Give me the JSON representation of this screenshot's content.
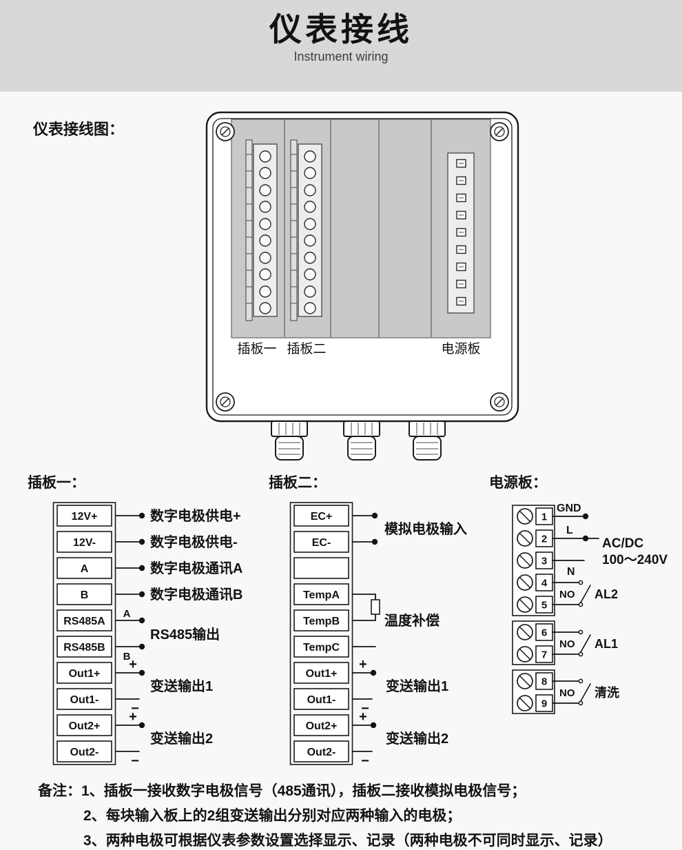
{
  "header": {
    "title": "仪表接线",
    "subtitle": "Instrument wiring"
  },
  "caption": "仪表接线图：",
  "device": {
    "slot1_label": "插板一",
    "slot2_label": "插板二",
    "power_label": "电源板"
  },
  "signs": {
    "plus": "+",
    "minus": "−"
  },
  "board1": {
    "title": "插板一：",
    "terminals": [
      "12V+",
      "12V-",
      "A",
      "B",
      "RS485A",
      "RS485B",
      "Out1+",
      "Out1-",
      "Out2+",
      "Out2-"
    ],
    "wire_labels": [
      "数字电极供电+",
      "数字电极供电-",
      "数字电极通讯A",
      "数字电极通讯B"
    ],
    "rs485_a": "A",
    "rs485_b": "B",
    "rs485_label": "RS485输出",
    "out1_label": "变送输出1",
    "out2_label": "变送输出2"
  },
  "board2": {
    "title": "插板二：",
    "terminals": [
      "EC+",
      "EC-",
      "",
      "TempA",
      "TempB",
      "TempC",
      "Out1+",
      "Out1-",
      "Out2+",
      "Out2-"
    ],
    "ec_label": "模拟电极输入",
    "temp_label": "温度补偿",
    "out1_label": "变送输出1",
    "out2_label": "变送输出2"
  },
  "power": {
    "title": "电源板：",
    "terminals": [
      "1",
      "2",
      "3",
      "4",
      "5",
      "6",
      "7",
      "8",
      "9"
    ],
    "gnd_label": "GND",
    "l_label": "L",
    "n_label": "N",
    "acdc_line1": "AC/DC",
    "acdc_line2": "100～240V",
    "no_label": "NO",
    "al2_label": "AL2",
    "al1_label": "AL1",
    "wash_label": "清洗"
  },
  "notes": {
    "prefix": "备注：",
    "items": [
      "1、插板一接收数字电极信号（485通讯），插板二接收模拟电极信号；",
      "2、每块输入板上的2组变送输出分别对应两种输入的电极；",
      "3、两种电极可根据仪表参数设置选择显示、记录（两种电极不可同时显示、记录）"
    ]
  }
}
